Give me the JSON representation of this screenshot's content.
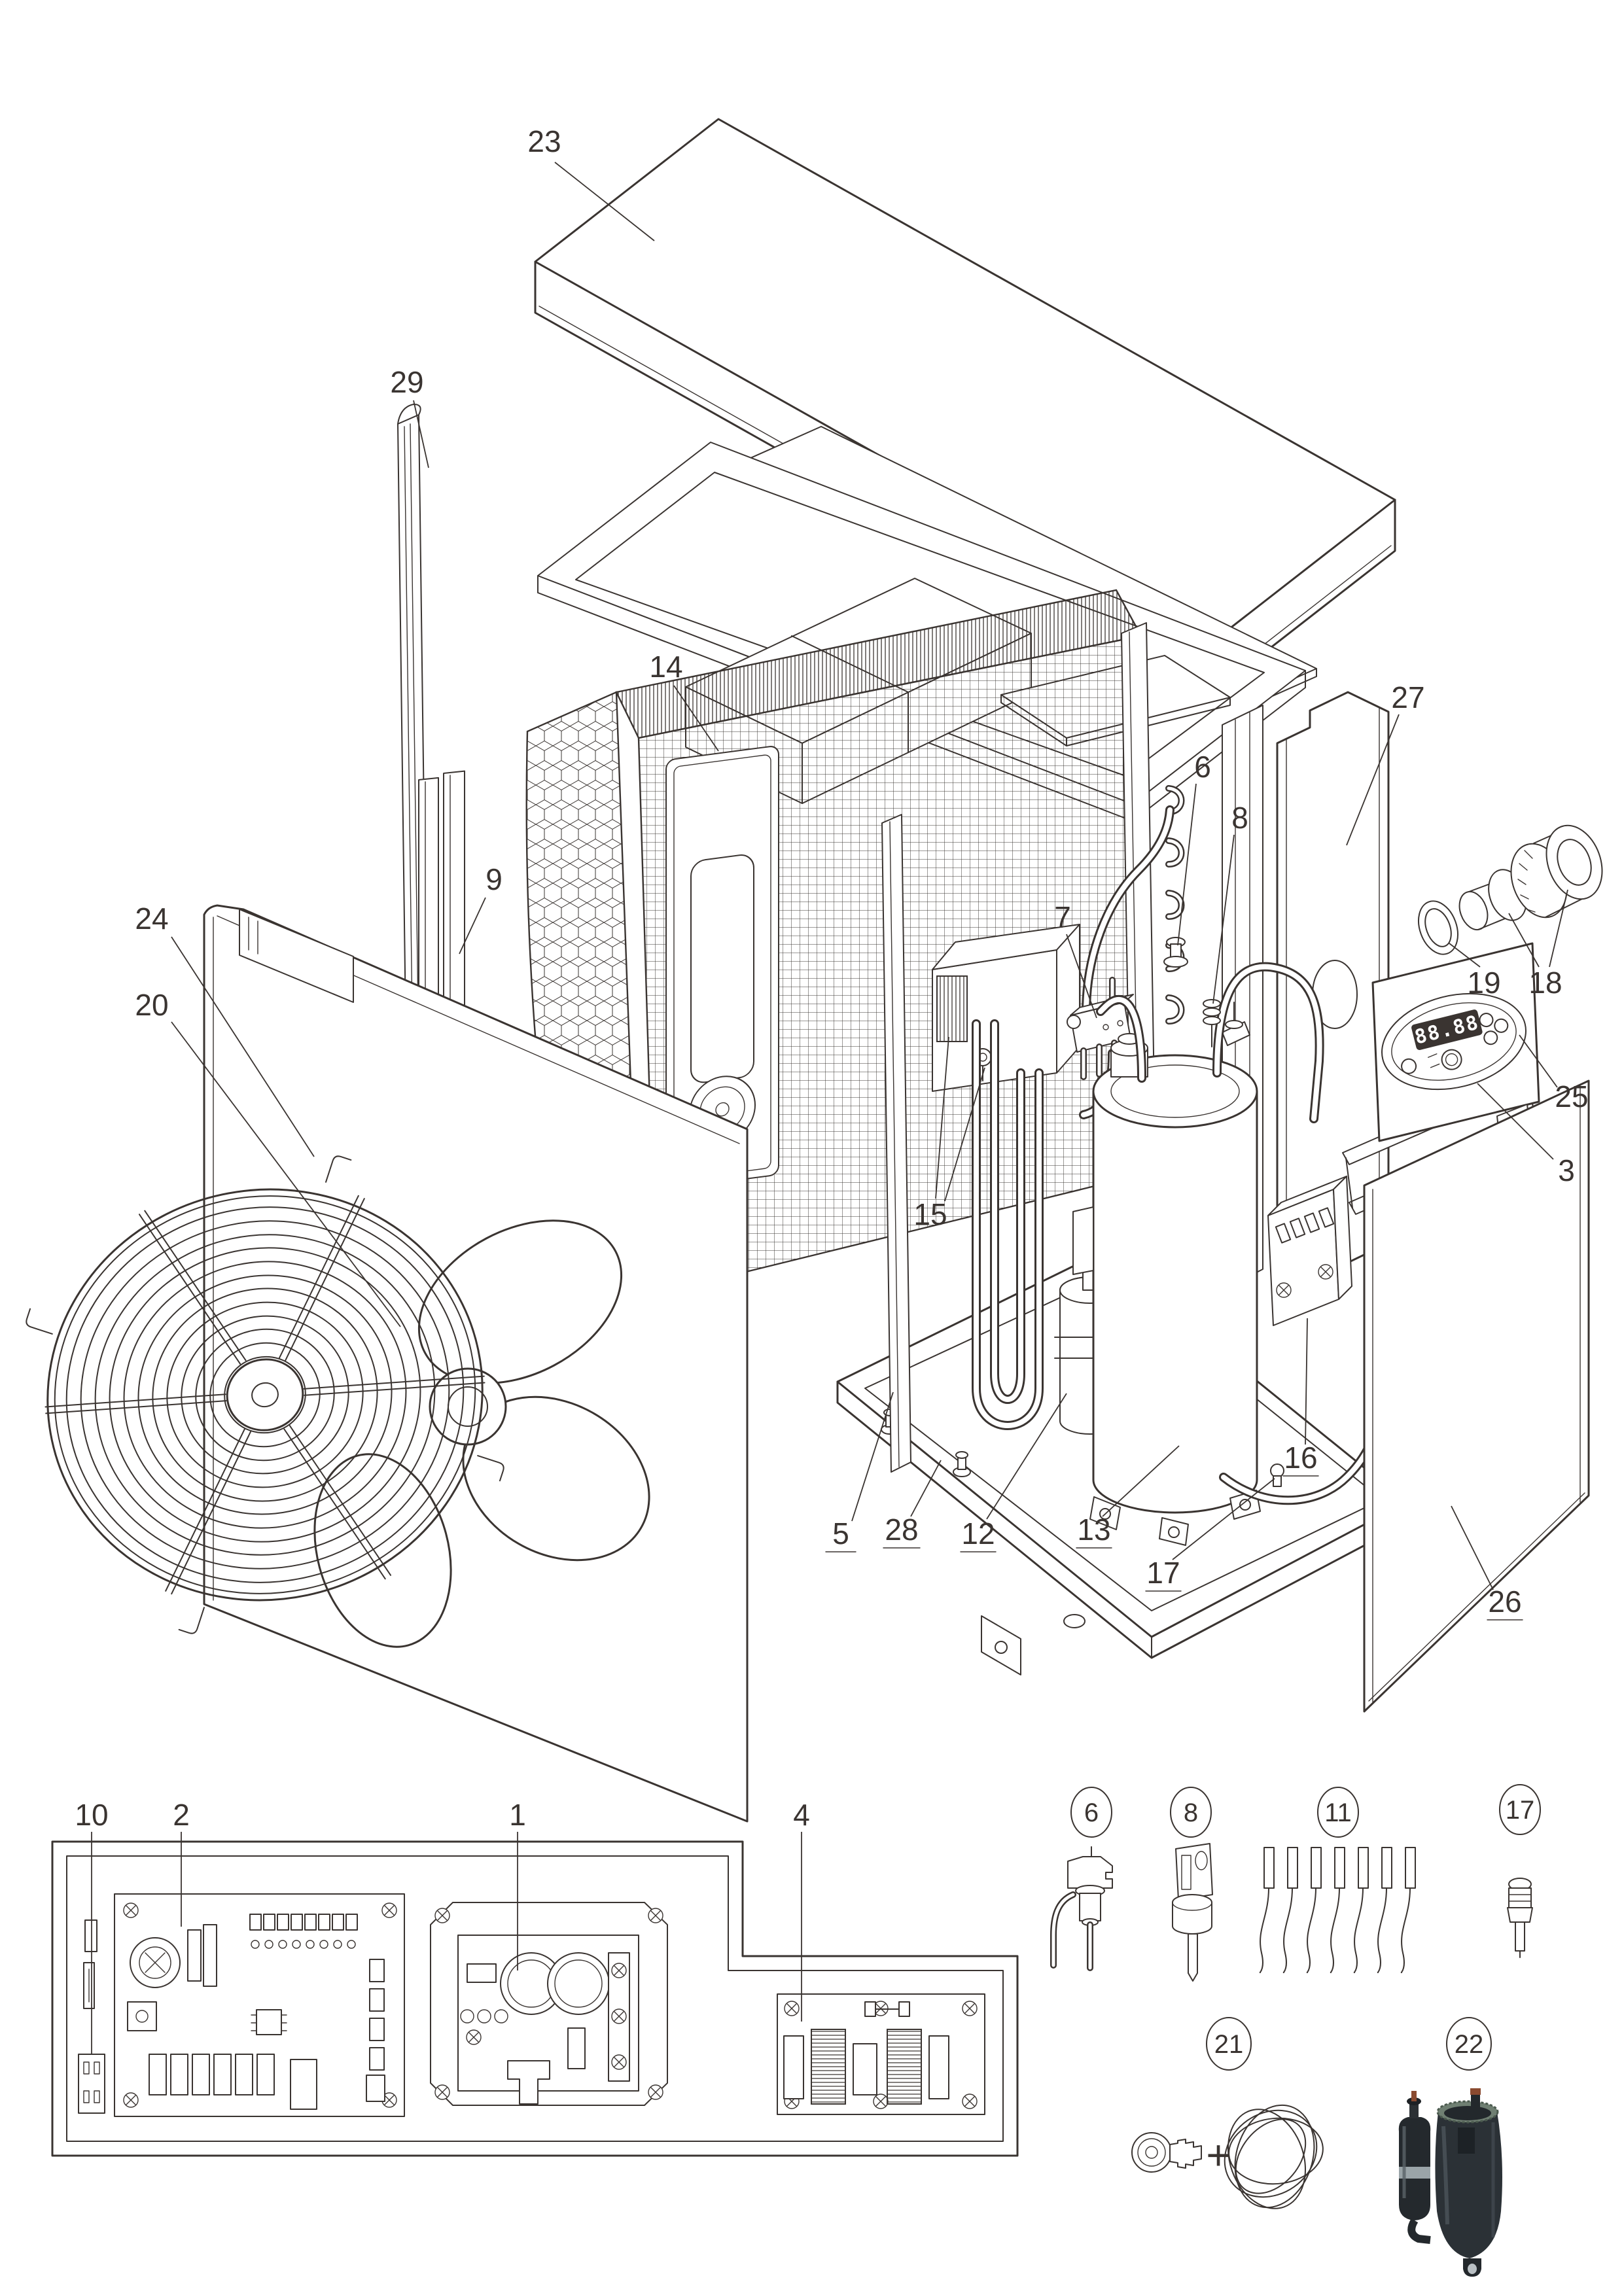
{
  "diagram_type": "exploded-parts-diagram",
  "callouts": {
    "1": "1",
    "2": "2",
    "3": "3",
    "4": "4",
    "5": "5",
    "6": "6",
    "7": "7",
    "8": "8",
    "9": "9",
    "10": "10",
    "12": "12",
    "13": "13",
    "14": "14",
    "15": "15",
    "16": "16",
    "17": "17",
    "18": "18",
    "19": "19",
    "20": "20",
    "23": "23",
    "24": "24",
    "25": "25",
    "26": "26",
    "27": "27",
    "28": "28",
    "29": "29"
  },
  "circled": {
    "6": "6",
    "8": "8",
    "11": "11",
    "17": "17",
    "21": "21",
    "22": "22"
  },
  "controller": {
    "display": "88.88"
  },
  "misc": {
    "plus": "+"
  },
  "colors": {
    "ink": "#3a3431",
    "photo_dark": "#23282c",
    "photo_mid": "#32383d",
    "photo_band": "#9aa4a8",
    "photo_copper": "#8a4a30",
    "photo_insulation": "#6f7f72"
  }
}
